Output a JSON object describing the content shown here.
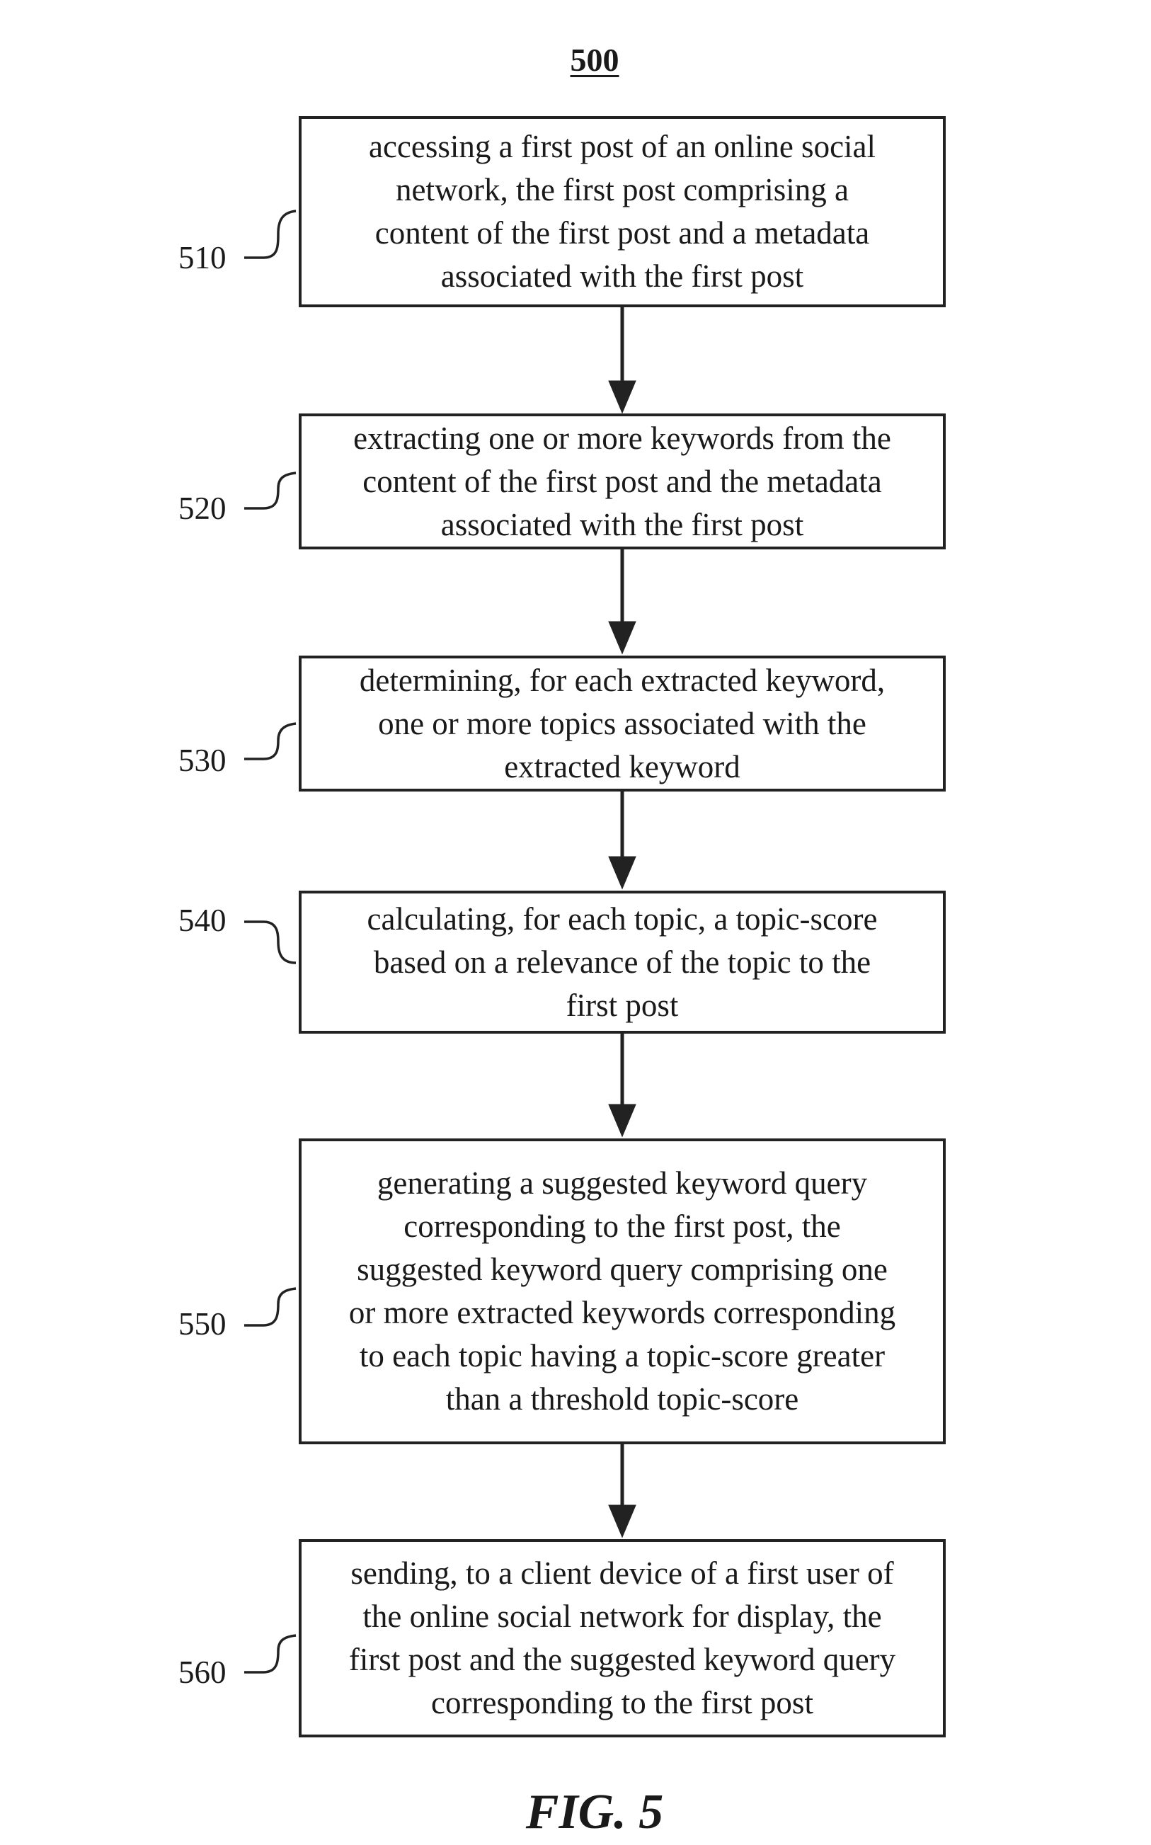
{
  "figure_number": "500",
  "caption": "FIG. 5",
  "steps": [
    {
      "label": "510",
      "text": "accessing a first post of an online social\nnetwork, the first post comprising a\ncontent of the first post and a metadata\nassociated with the first post"
    },
    {
      "label": "520",
      "text": "extracting one or more keywords from the\ncontent of the first post and the metadata\nassociated with the first post"
    },
    {
      "label": "530",
      "text": "determining, for each extracted keyword,\none or more topics associated with the\nextracted keyword"
    },
    {
      "label": "540",
      "text": "calculating, for each topic, a topic-score\nbased on a relevance of the topic to the\nfirst post"
    },
    {
      "label": "550",
      "text": "generating a suggested keyword query\ncorresponding to the first post, the\nsuggested keyword query comprising one\nor more extracted keywords corresponding\nto each topic having a topic-score greater\nthan a threshold topic-score"
    },
    {
      "label": "560",
      "text": "sending, to a client device of a first user of\nthe online social network for display, the\nfirst post and the suggested keyword query\ncorresponding to the first post"
    }
  ]
}
